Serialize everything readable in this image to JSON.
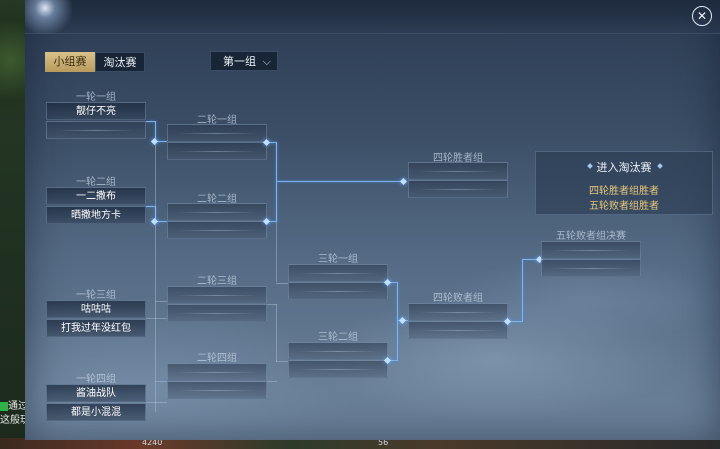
{
  "background": {
    "chat_text_1": "通过",
    "chat_text_2": "这般玩",
    "bottom_numbers": [
      "4240",
      "56"
    ]
  },
  "header": {
    "close_icon": "close-icon",
    "close_glyph": "✕"
  },
  "tabs": [
    {
      "label": "小组赛",
      "active": true
    },
    {
      "label": "淘汰赛",
      "active": false
    }
  ],
  "group_select": {
    "value": "第一组",
    "chevron": "chevron-down-icon",
    "glyph": "⌵"
  },
  "bracket": {
    "round1": [
      {
        "label": "一轮一组",
        "teams": [
          "靓仔不亮",
          ""
        ]
      },
      {
        "label": "一轮二组",
        "teams": [
          "一二撒布",
          "晒撒地方卡"
        ]
      },
      {
        "label": "一轮三组",
        "teams": [
          "咕咕咕",
          "打我过年没红包"
        ]
      },
      {
        "label": "一轮四组",
        "teams": [
          "酱油战队",
          "都是小混混"
        ]
      }
    ],
    "round2": [
      {
        "label": "二轮一组"
      },
      {
        "label": "二轮二组"
      },
      {
        "label": "二轮三组"
      },
      {
        "label": "二轮四组"
      }
    ],
    "round3": [
      {
        "label": "三轮一组"
      },
      {
        "label": "三轮二组"
      }
    ],
    "winners4": {
      "label": "四轮胜者组"
    },
    "losers4": {
      "label": "四轮败者组"
    },
    "final5": {
      "label": "五轮败者组决赛"
    }
  },
  "enter_knockout": {
    "title": "进入淘汰赛",
    "lines": [
      "四轮胜者组胜者",
      "五轮败者组胜者"
    ]
  },
  "colors": {
    "highlight_line": "#7fb4ee",
    "tab_active": "#d9c28a",
    "qualifier_text": "#e8c77a"
  }
}
